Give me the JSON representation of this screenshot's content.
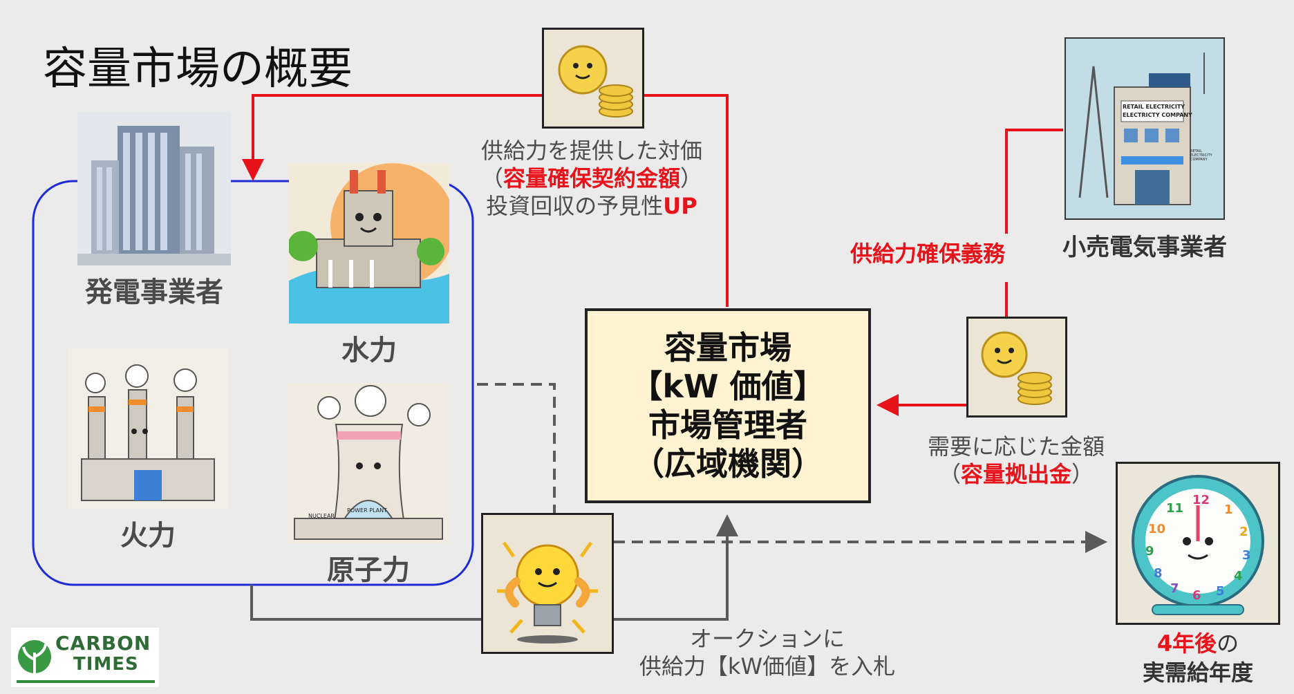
{
  "title": "容量市場の概要",
  "generator": {
    "label": "発電事業者",
    "hydro": "水力",
    "thermal": "火力",
    "nuclear": "原子力"
  },
  "retailer": {
    "label": "小売電気事業者",
    "building_sign_1": "RETAIL ELECTRICITY",
    "building_sign_2": "ELECTRICTY COMPANY",
    "building_sign_3": "RETAIL ELECTRICITY COMPANY"
  },
  "market": {
    "line1": "容量市場",
    "line2": "【kW 価値】",
    "line3": "市場管理者",
    "line4": "（広域機関）"
  },
  "payment_to_generator": {
    "line1": "供給力を提供した対価",
    "line2_open": "（",
    "line2_red": "容量確保契約金額",
    "line2_close": "）",
    "line3_black": "投資回収の予見性",
    "line3_red": "UP"
  },
  "obligation": {
    "label": "供給力確保義務"
  },
  "contribution": {
    "line1": "需要に応じた金額",
    "line2_open": "（",
    "line2_red": "容量拠出金",
    "line2_close": "）"
  },
  "auction": {
    "line1": "オークションに",
    "line2": "供給力【kW価値】を入札"
  },
  "delivery": {
    "line1_red": "4年後",
    "line1_black": "の",
    "line2": "実需給年度"
  },
  "nuclear_plant_signs": {
    "sign1": "NUCLEAR",
    "sign2": "POWER PLANT"
  },
  "logo": {
    "line1": "CARBON",
    "line2": "TIMES"
  },
  "colors": {
    "money_flow": "#e8121a",
    "generator_group": "#1c2bd6",
    "bid_flow": "#5a5a5a",
    "market_fill": "#fff3d1",
    "logo_green": "#2f8a3c"
  },
  "icons": [
    "coin-smile-icon",
    "lightbulb-strong-icon",
    "clock-smile-icon",
    "office-building-icon",
    "retail-building-icon",
    "hydro-plant-icon",
    "thermal-plant-icon",
    "nuclear-plant-icon",
    "carbon-times-logo"
  ]
}
